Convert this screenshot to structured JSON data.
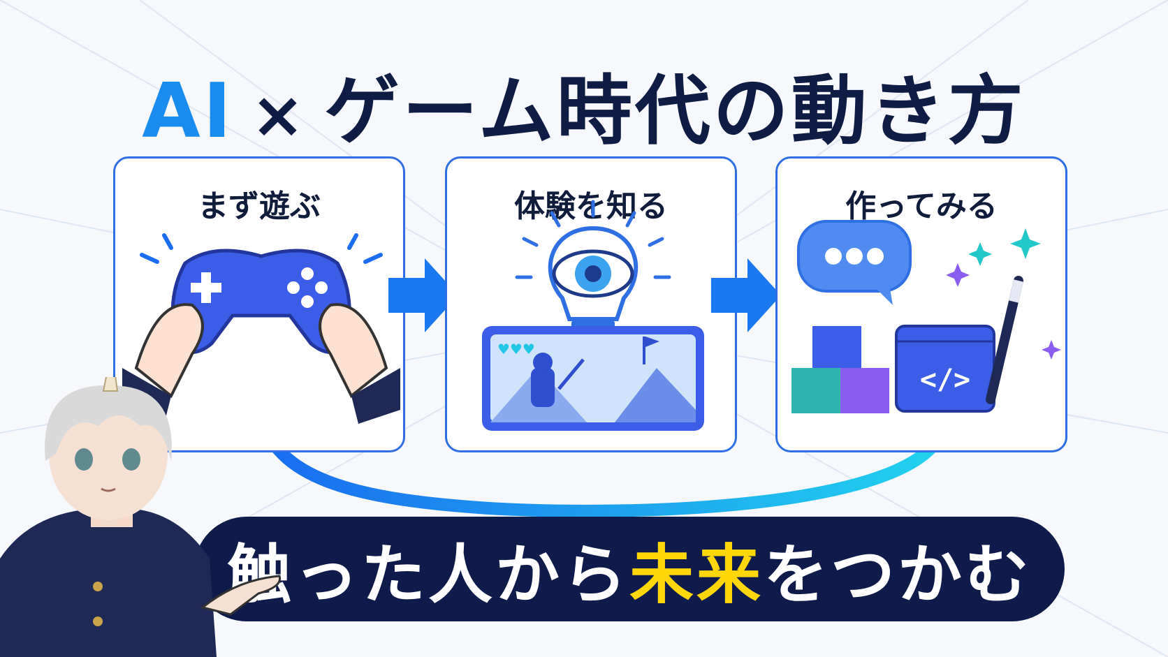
{
  "title": {
    "prefix": "AI",
    "cross": "×",
    "rest": "ゲーム時代の動き方"
  },
  "steps": [
    {
      "label": "まず遊ぶ",
      "icon": "gamepad-icon"
    },
    {
      "label": "体験を知る",
      "icon": "eye-lightbulb-game-icon"
    },
    {
      "label": "作ってみる",
      "icon": "chat-blocks-code-wand-icon"
    }
  ],
  "banner": {
    "part1": "触った人から",
    "highlight": "未来",
    "part2": "をつかむ"
  },
  "colors": {
    "accent": "#1a8cf0",
    "navy": "#0f1b4a",
    "highlight": "#ffd60a",
    "card_border": "#2f6fe4"
  }
}
